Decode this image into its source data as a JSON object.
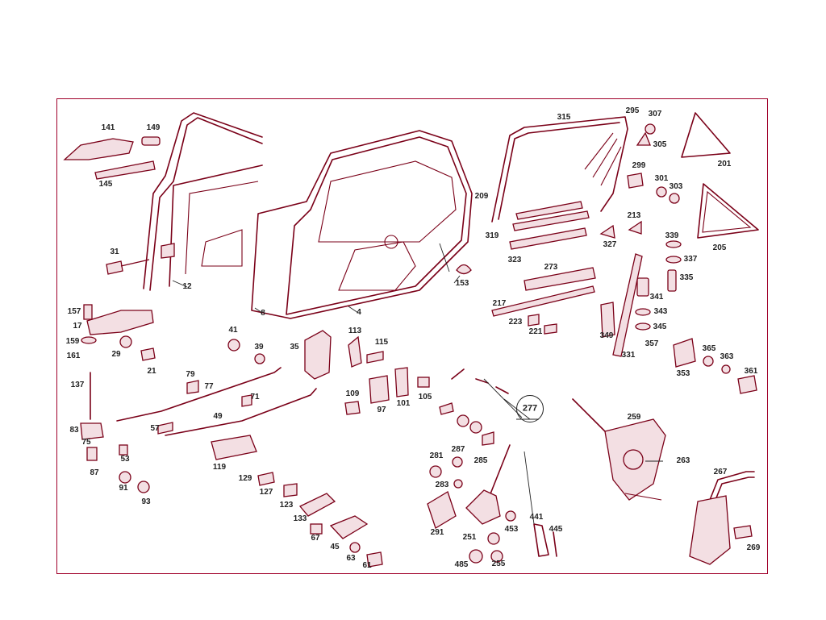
{
  "diagram": {
    "frame_color": "#a0002a",
    "line_color": "#7a0018",
    "labels": [
      "141",
      "149",
      "145",
      "31",
      "12",
      "8",
      "4",
      "153",
      "315",
      "295",
      "307",
      "305",
      "201",
      "299",
      "301",
      "303",
      "209",
      "213",
      "319",
      "327",
      "339",
      "337",
      "205",
      "323",
      "273",
      "335",
      "341",
      "343",
      "345",
      "217",
      "223",
      "221",
      "349",
      "331",
      "357",
      "353",
      "365",
      "363",
      "361",
      "157",
      "17",
      "159",
      "29",
      "161",
      "21",
      "41",
      "39",
      "35",
      "113",
      "115",
      "79",
      "77",
      "137",
      "71",
      "109",
      "97",
      "101",
      "105",
      "83",
      "49",
      "57",
      "75",
      "53",
      "87",
      "91",
      "93",
      "119",
      "129",
      "127",
      "123",
      "133",
      "67",
      "45",
      "63",
      "61",
      "277",
      "259",
      "263",
      "281",
      "287",
      "285",
      "283",
      "291",
      "251",
      "453",
      "441",
      "445",
      "485",
      "255",
      "267",
      "269"
    ],
    "ring_label": "277"
  }
}
